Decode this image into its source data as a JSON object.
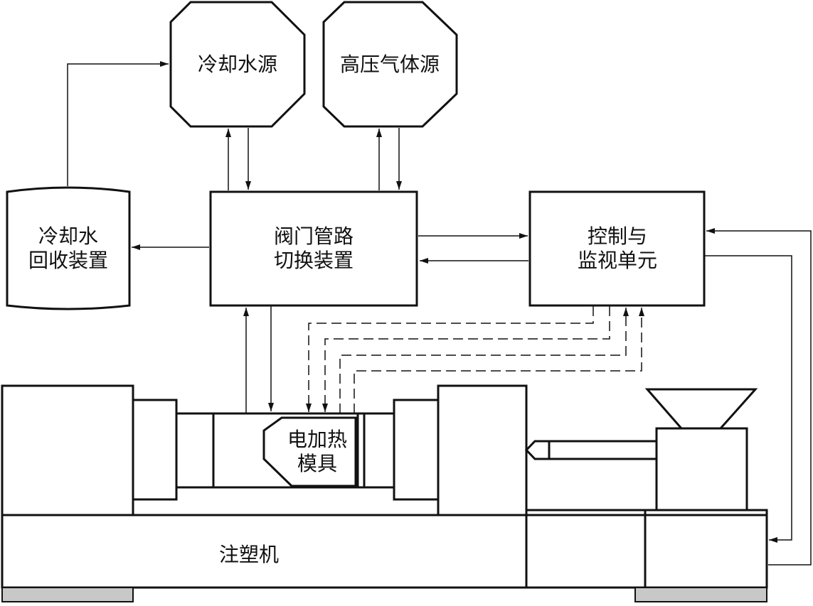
{
  "colors": {
    "stroke": "#111111",
    "foot": "#c8c8c8",
    "background": "#ffffff"
  },
  "nodes": {
    "cooling_water_source": "冷却水源",
    "high_pressure_gas_source": "高压气体源",
    "cooling_water_recovery": {
      "line1": "冷却水",
      "line2": "回收装置"
    },
    "valve_pipe_switching": {
      "line1": "阀门管路",
      "line2": "切换装置"
    },
    "control_monitor": {
      "line1": "控制与",
      "line2": "监视单元"
    },
    "electric_heating_mold": {
      "line1": "电加热",
      "line2": "模具"
    },
    "injection_machine": "注塑机"
  }
}
